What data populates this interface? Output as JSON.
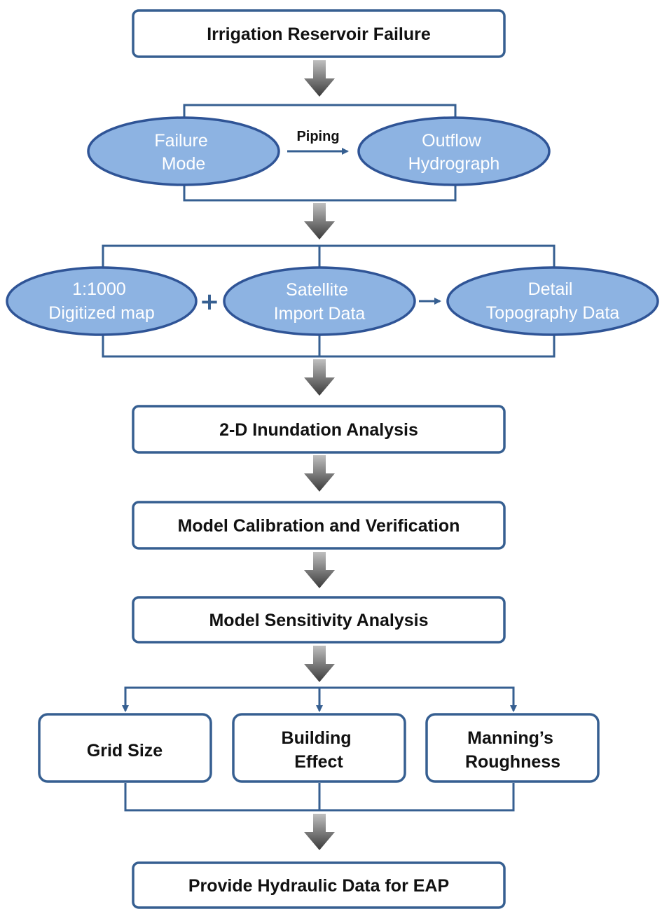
{
  "nodes": {
    "reservoir_failure": "Irrigation Reservoir Failure",
    "failure_mode": [
      "Failure",
      "Mode"
    ],
    "outflow_hydrograph": [
      "Outflow",
      "Hydrograph"
    ],
    "piping_label": "Piping",
    "digitized_map": [
      "1:1000",
      "Digitized map"
    ],
    "plus_symbol": "+",
    "satellite_data": [
      "Satellite",
      "Import Data"
    ],
    "detail_topography": [
      "Detail",
      "Topography Data"
    ],
    "inundation_analysis": "2-D Inundation Analysis",
    "calibration": "Model Calibration and Verification",
    "sensitivity": "Model Sensitivity Analysis",
    "grid_size": "Grid Size",
    "building_effect": [
      "Building",
      "Effect"
    ],
    "mannings_roughness": [
      "Manning’s",
      "Roughness"
    ],
    "hydraulic_data": "Provide Hydraulic Data for EAP"
  },
  "colors": {
    "box_border": "#365f91",
    "ellipse_fill": "#8db3e2",
    "ellipse_border": "#2f5496",
    "arrow_dark": "#3f3f3f",
    "arrow_light": "#a6a6a6"
  }
}
